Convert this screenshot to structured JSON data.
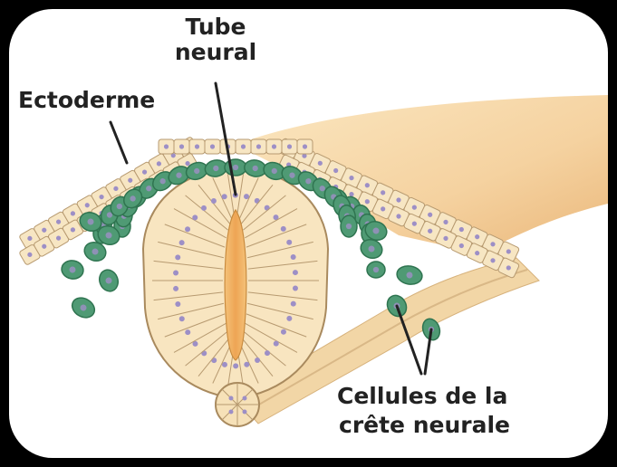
{
  "diagram": {
    "labels": {
      "neural_tube_line1": "Tube",
      "neural_tube_line2": "neural",
      "ectoderm": "Ectoderme",
      "neural_crest_line1": "Cellules de la",
      "neural_crest_line2": "crête neurale"
    },
    "colors": {
      "background_outer": "#000000",
      "panel": "#ffffff",
      "ectoderm_cell": "#f7e6c3",
      "cell_outline": "#b79a70",
      "nucleus": "#9d8fc6",
      "crest_cell": "#4f9a74",
      "crest_cell_dark": "#2f7450",
      "lumen": "#f0b15f",
      "tissue_band": "#f4d9a8",
      "leader_line": "#222222"
    }
  }
}
